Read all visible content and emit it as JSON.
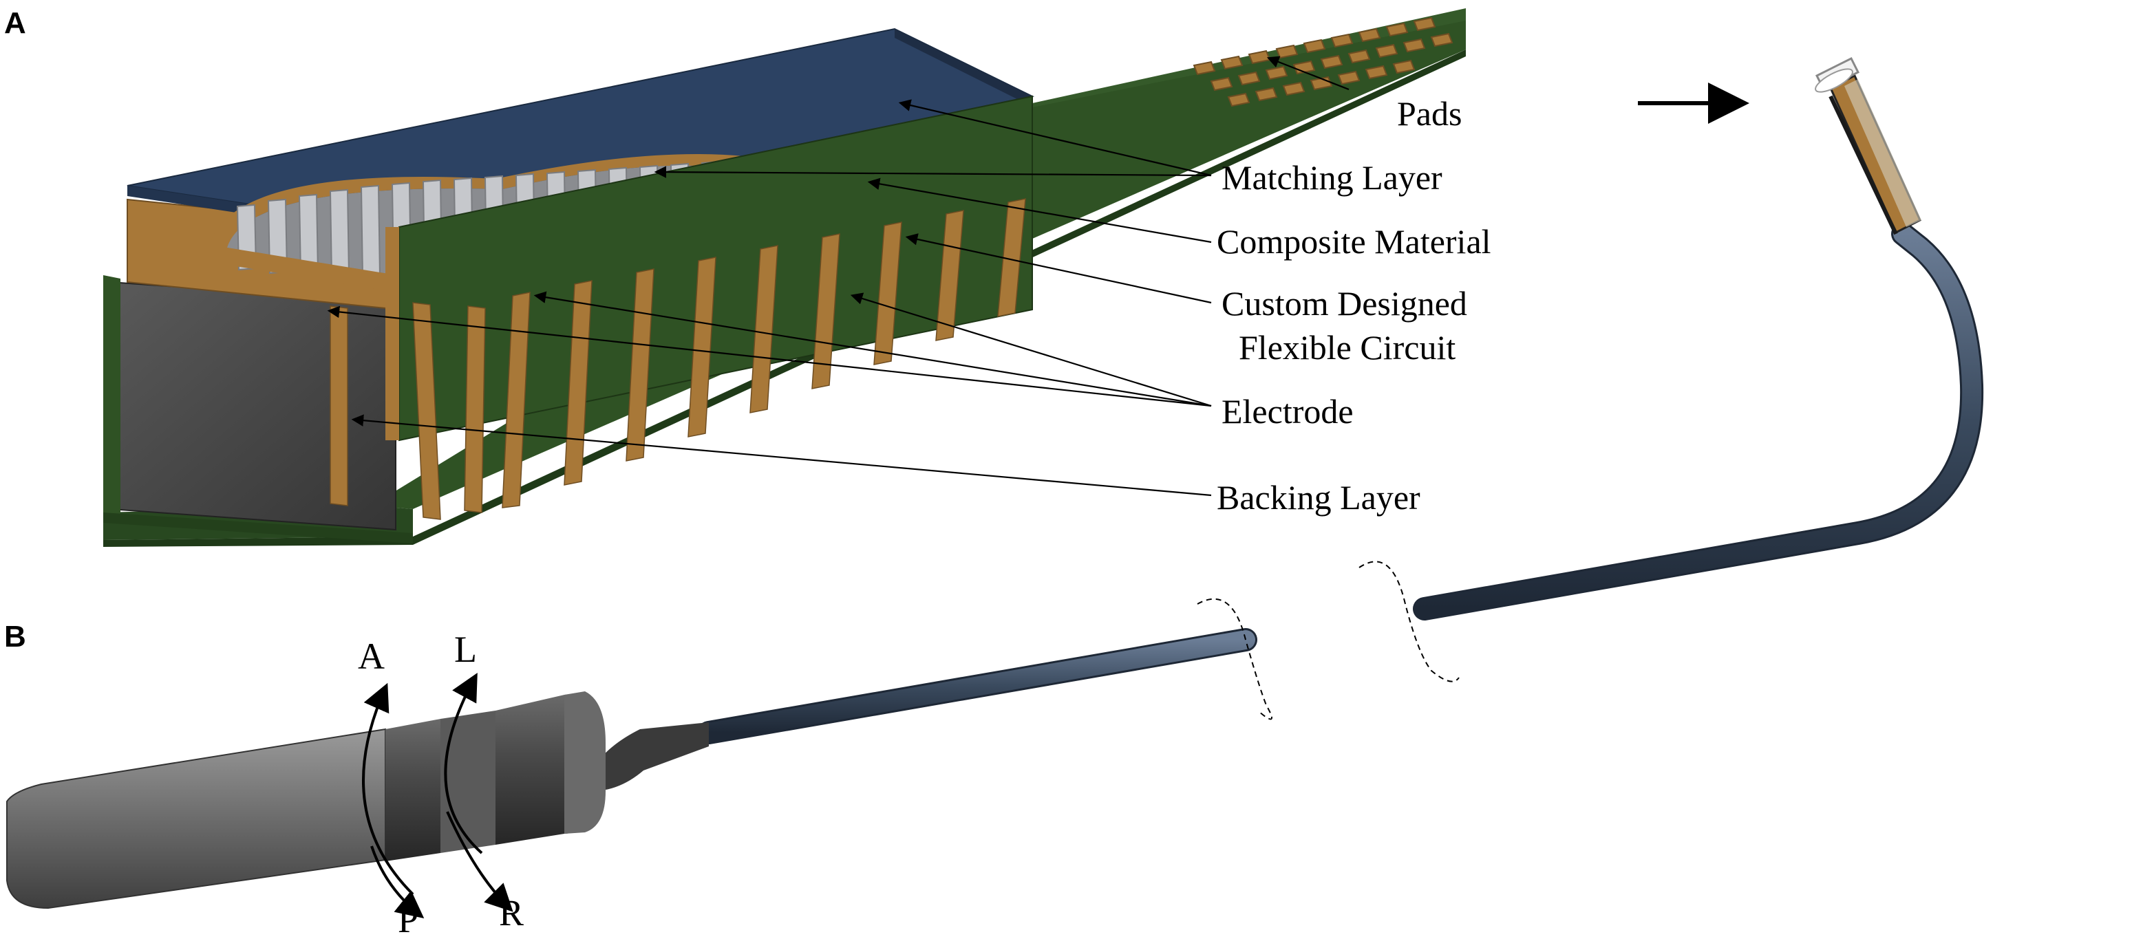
{
  "figure": {
    "panel_a_letter": "A",
    "panel_b_letter": "B",
    "callouts": {
      "pads": "Pads",
      "matching_layer": "Matching Layer",
      "composite_material": "Composite Material",
      "flexible_circuit_line1": "Custom Designed",
      "flexible_circuit_line2": "Flexible Circuit",
      "electrode": "Electrode",
      "backing_layer": "Backing Layer"
    },
    "rotation_labels": {
      "anterior": "A",
      "posterior": "P",
      "left": "L",
      "right": "R"
    },
    "colors": {
      "matching_layer": "#2c4263",
      "electrode_copper": "#a87838",
      "flex_circuit_green": "#2f5224",
      "backing_layer": "#4a4a4a",
      "composite_elements": "#c6c8cc",
      "probe_shaft": "#3a4a5e",
      "probe_handle": "#6e6e6e"
    }
  }
}
